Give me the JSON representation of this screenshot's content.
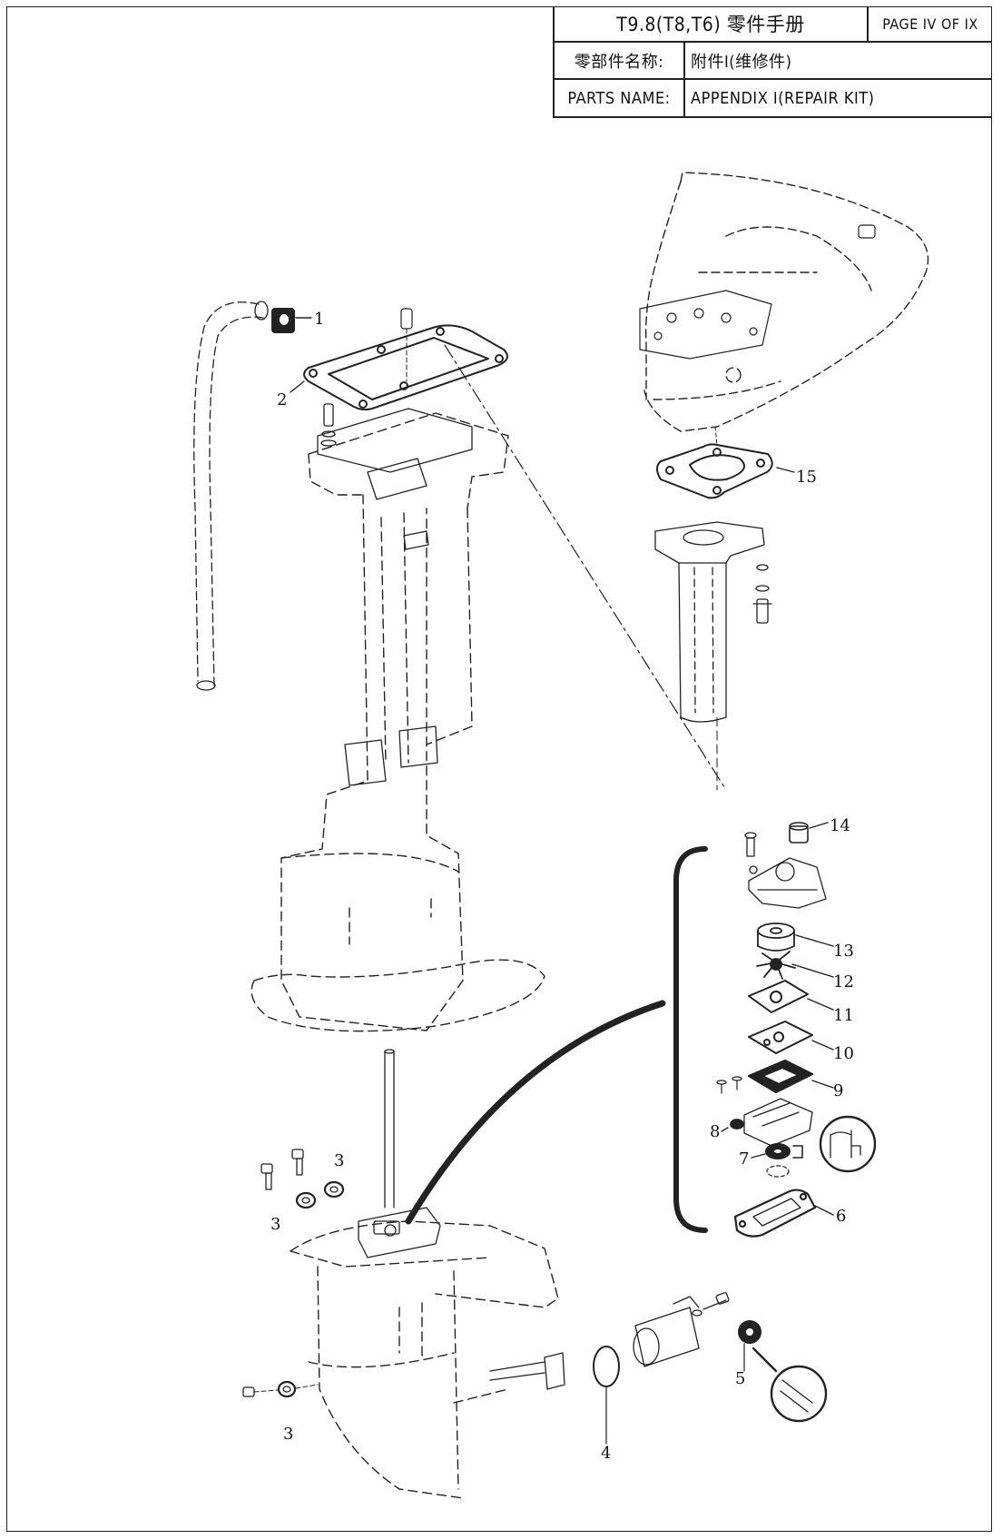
{
  "header": {
    "manual_title": "T9.8(T8,T6) 零件手册",
    "page_indicator": "PAGE IV OF IX",
    "parts_name_label_cn": "零部件名称:",
    "parts_name_value_cn": "附件Ⅰ(维修件)",
    "parts_name_label_en": "PARTS NAME:",
    "parts_name_value_en": "APPENDIX Ⅰ(REPAIR KIT)"
  },
  "callouts": [
    "1",
    "2",
    "3",
    "3",
    "3",
    "4",
    "5",
    "6",
    "7",
    "8",
    "9",
    "10",
    "11",
    "12",
    "13",
    "14",
    "15"
  ]
}
